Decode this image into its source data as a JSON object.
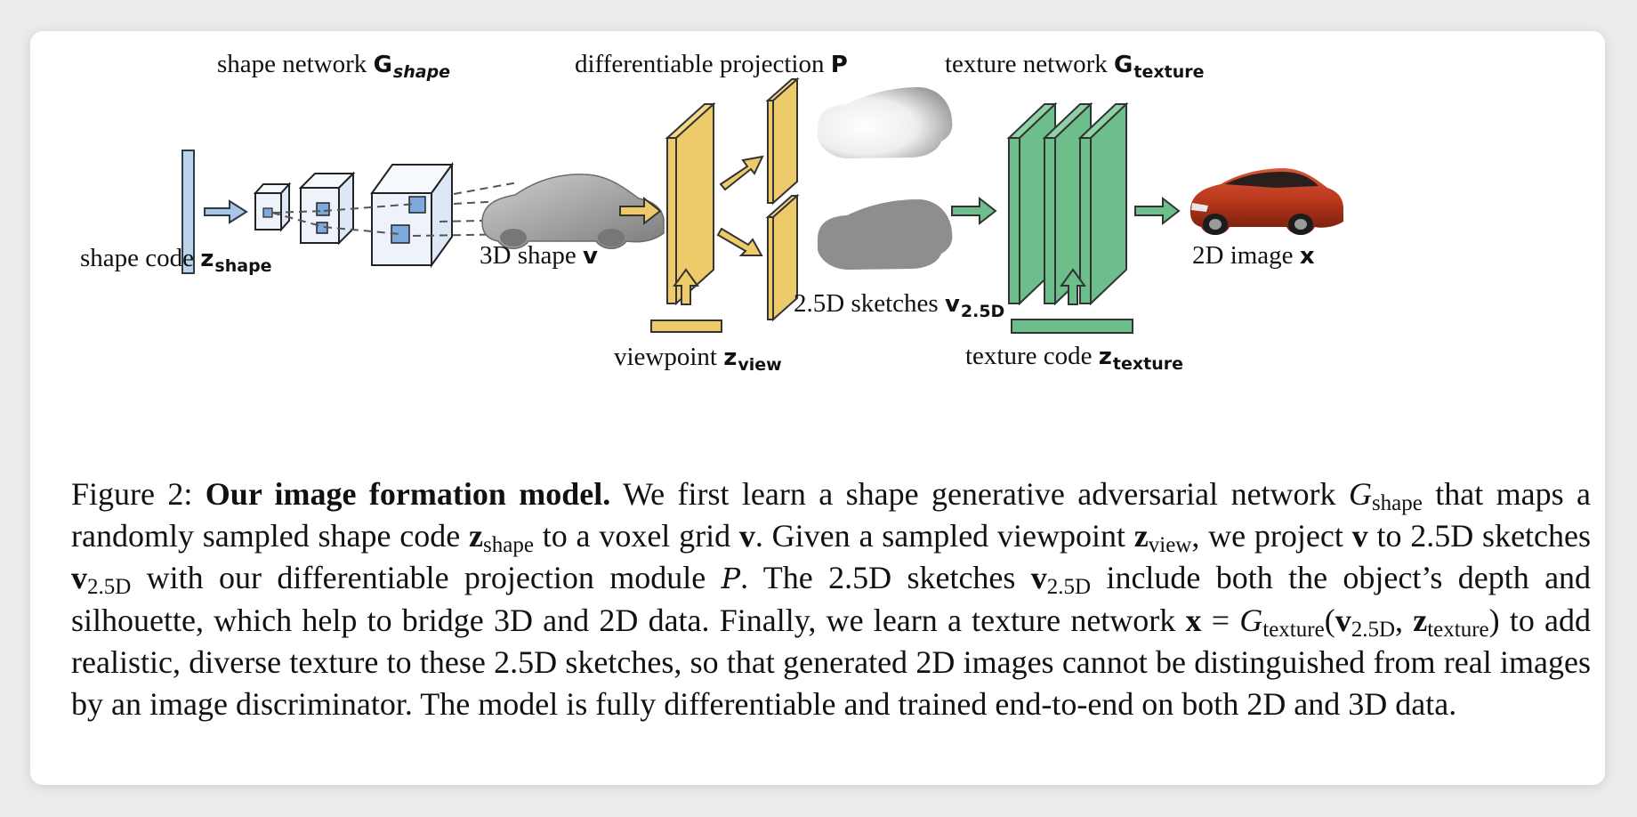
{
  "figure": {
    "labels": {
      "shape_network": "shape network",
      "shape_network_sym": "G",
      "shape_network_sub": "shape",
      "diff_projection": "differentiable projection",
      "diff_projection_sym": "P",
      "texture_network": "texture network",
      "texture_network_sym": "G",
      "texture_network_sub": "texture",
      "shape_code": "shape code",
      "shape_code_sym": "z",
      "shape_code_sub": "shape",
      "shape3d": "3D shape",
      "shape3d_sym": "v",
      "viewpoint": "viewpoint",
      "viewpoint_sym": "z",
      "viewpoint_sub": "view",
      "sketches": "2.5D sketches",
      "sketches_sym": "v",
      "sketches_sub": "2.5D",
      "texture_code": "texture code",
      "texture_code_sym": "z",
      "texture_code_sub": "texture",
      "image2d": "2D image",
      "image2d_sym": "x"
    },
    "colors": {
      "shape_code_bar": "#bcd3ec",
      "arrow_blue": "#a9c6e6",
      "voxel_blue": "#7ea9dc",
      "projection_yellow": "#eecb6a",
      "texture_green": "#6cbf8b",
      "car_red": "#b8361a"
    }
  },
  "caption": {
    "fig_label": "Figure 2:",
    "title": "Our image formation model.",
    "t1": "We first learn a shape generative adversarial network",
    "t2": "that maps a randomly sampled shape code",
    "t3": "to a voxel grid",
    "t4": ". Given a sampled viewpoint",
    "t5": ", we project",
    "t6": "to 2.5D sketches",
    "t7": "with our differentiable projection module",
    "t8": ". The 2.5D sketches",
    "t9": "include both the object’s depth and silhouette, which help to bridge 3D and 2D data. Finally, we learn a texture network",
    "t10": "to add realistic, diverse texture to these 2.5D sketches, so that generated 2D images cannot be distinguished from real images by an image discriminator. The model is fully differentiable and trained end-to-end on both 2D and 3D data.",
    "sym_G": "G",
    "sym_z": "z",
    "sym_v": "v",
    "sym_x": "x",
    "sym_P": "P",
    "sub_shape": "shape",
    "sub_view": "view",
    "sub_25d": "2.5D",
    "sub_texture": "texture",
    "eq": "=",
    "lp": "(",
    "comma": ",",
    "rp": ")"
  }
}
